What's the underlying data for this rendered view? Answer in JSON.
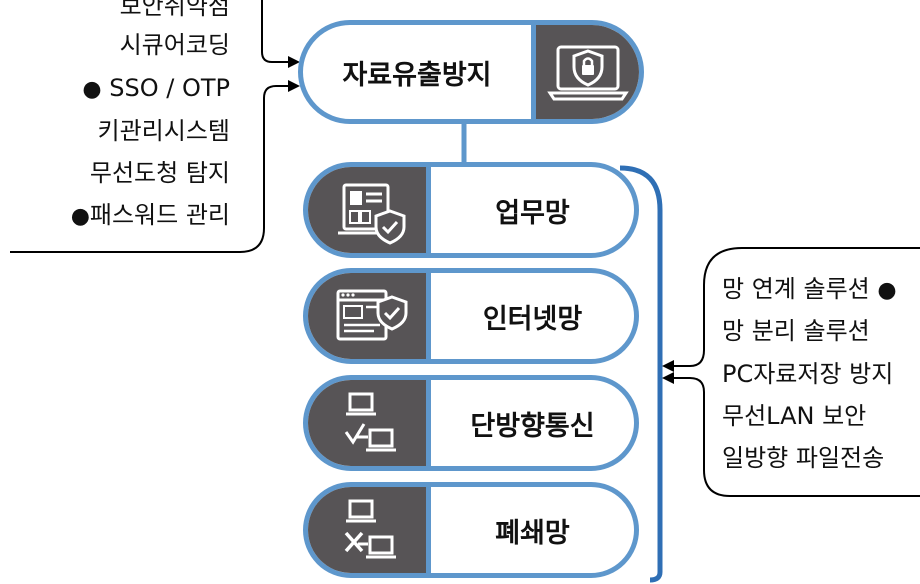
{
  "top_box": {
    "label": "자료유출방지",
    "icon": "laptop-shield-lock-icon"
  },
  "left_list": [
    {
      "text": "보안취약점",
      "bullet": false
    },
    {
      "text": "시큐어코딩",
      "bullet": false
    },
    {
      "text": "SSO / OTP",
      "bullet": true
    },
    {
      "text": "키관리시스템",
      "bullet": false
    },
    {
      "text": "무선도청 탐지",
      "bullet": false
    },
    {
      "text": "패스워드 관리",
      "bullet": true
    }
  ],
  "stack": [
    {
      "label": "업무망",
      "icon": "id-card-shield-icon"
    },
    {
      "label": "인터넷망",
      "icon": "browser-shield-icon"
    },
    {
      "label": "단방향통신",
      "icon": "one-way-transfer-icon"
    },
    {
      "label": "폐쇄망",
      "icon": "blocked-network-icon"
    }
  ],
  "right_list": [
    {
      "text": "망 연계 솔루션",
      "bullet": true
    },
    {
      "text": "망 분리 솔루션",
      "bullet": false
    },
    {
      "text": "PC자료저장 방지",
      "bullet": false
    },
    {
      "text": "무선LAN 보안",
      "bullet": false
    },
    {
      "text": "일방향 파일전송",
      "bullet": false
    }
  ],
  "colors": {
    "accent": "#5e97cc",
    "icon_bg": "#575456",
    "dark_accent": "#2f6fb5"
  }
}
